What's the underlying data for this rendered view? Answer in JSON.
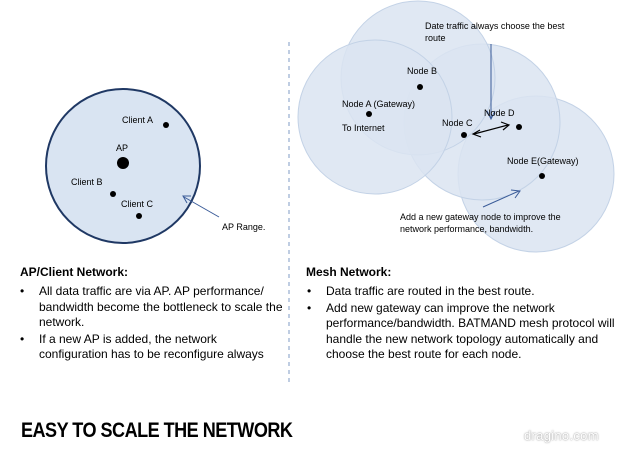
{
  "client_diagram": {
    "ap_label": "AP",
    "client_a": "Client A",
    "client_b": "Client B",
    "client_c": "Client C",
    "range_label": "AP Range."
  },
  "mesh_diagram": {
    "node_a": "Node A (Gateway)",
    "to_internet": "To Internet",
    "node_b": "Node B",
    "node_c": "Node C",
    "node_d": "Node D",
    "node_e": "Node E(Gateway)",
    "route_note": "Date traffic always choose the best route",
    "gateway_note": "Add a new gateway node to improve the network performance, bandwidth."
  },
  "left_section": {
    "heading": "AP/Client  Network:",
    "bullets": [
      "All data traffic are via AP. AP performance/ bandwidth become the bottleneck to scale the network.",
      "If a new AP is added, the network configuration has to be reconfigure always"
    ]
  },
  "right_section": {
    "heading": "Mesh Network:",
    "bullets": [
      "Data traffic are routed in the best route.",
      "Add new gateway can improve the network performance/bandwidth.  BATMAND mesh protocol will handle the new network topology automatically and choose  the best route for each node."
    ]
  },
  "title": "EASY TO SCALE THE NETWORK",
  "watermark": "dragino.com",
  "colors": {
    "circle_fill": "#d9e4f2",
    "circle_stroke": "#1f3864",
    "mesh_stroke": "#c3d2e6",
    "arrow": "#3a5b98",
    "divider": "#7f9bc5"
  }
}
